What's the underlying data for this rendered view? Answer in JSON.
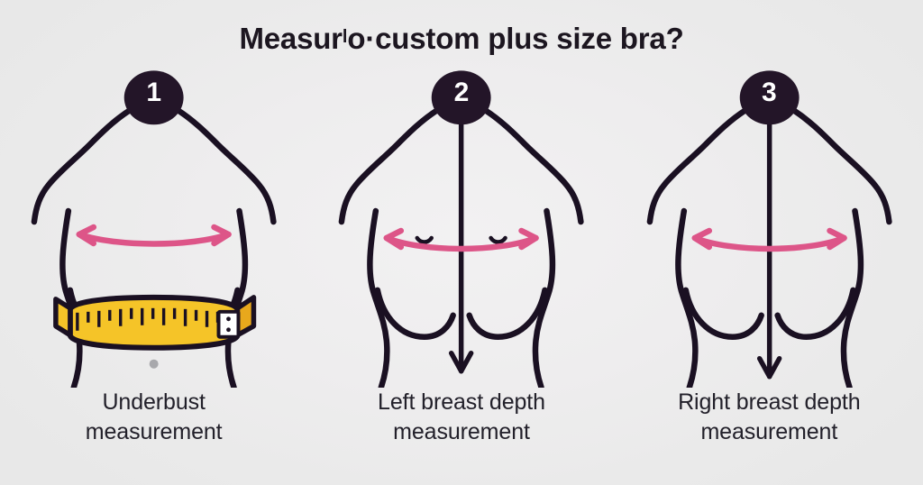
{
  "title": {
    "before": "Measur",
    "superscript": "l",
    "middle": "o·",
    "after": "custom plus size bra?",
    "full_text": "Measur lo·custom plus size bra?"
  },
  "colors": {
    "background": "#ececec",
    "background_center": "#f2f1f2",
    "ink": "#1a1022",
    "title_text": "#1c1620",
    "caption_text": "#22202a",
    "badge_fill": "#231528",
    "badge_text": "#ffffff",
    "arrow_pink": "#dd5588",
    "arrow_pink_dark": "#d2457a",
    "tape_fill": "#f5c428",
    "tape_fill_dark": "#e8a81c",
    "tape_outline": "#1a1022",
    "clasp_fill": "#ffffff",
    "navel_dot": "#a8a8ac"
  },
  "panels": [
    {
      "number": "1",
      "badge_name": "step-badge-1",
      "caption_line1": "Underbust",
      "caption_line2": "measurement",
      "caption_full": "Underbust measurement",
      "measurement_type": "underbust",
      "has_tape": true,
      "has_horizontal_arrow": true,
      "has_vertical_arrow": false,
      "has_navel": true
    },
    {
      "number": "2",
      "badge_name": "step-badge-2",
      "caption_line1": "Left breast depth",
      "caption_line2": "measurement",
      "caption_full": "Left breast depth measurement",
      "measurement_type": "left-breast-depth",
      "has_tape": false,
      "has_horizontal_arrow": true,
      "has_vertical_arrow": true,
      "has_navel": false
    },
    {
      "number": "3",
      "badge_name": "step-badge-3",
      "caption_line1": "Right breast depth",
      "caption_line2": "measurement",
      "caption_full": "Right breast depth measurement",
      "measurement_type": "right-breast-depth",
      "has_tape": false,
      "has_horizontal_arrow": true,
      "has_vertical_arrow": true,
      "has_navel": false
    }
  ]
}
